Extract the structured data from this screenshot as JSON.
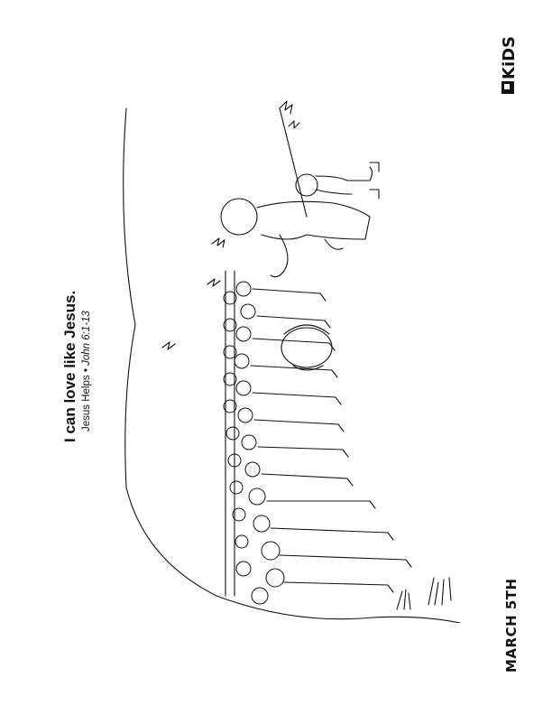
{
  "header": {
    "title": "I can love like Jesus.",
    "story": "Jesus Helps",
    "bullet": "•",
    "reference": "John 6:1-13"
  },
  "footer": {
    "date": "MARCH 5TH"
  },
  "brand": {
    "logo_text": "KiDS"
  },
  "illustration": {
    "type": "coloring-page line art",
    "subject": "Jesus feeding the crowd with a boy and a basket on a hillside",
    "colors": {
      "ink": "#111111",
      "paper": "#ffffff"
    }
  }
}
